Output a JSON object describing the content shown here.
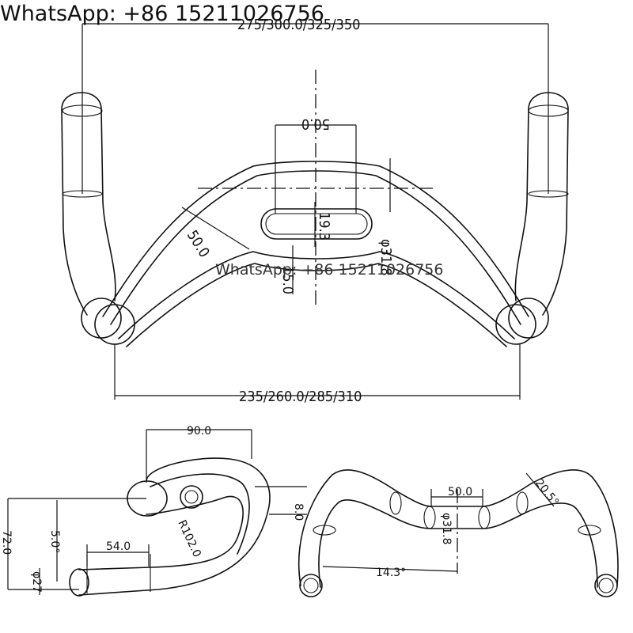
{
  "watermark": {
    "top": "WhatsApp: +86 15211026756",
    "middle": "WhatsApp: +86 15211026756"
  },
  "dimensions": {
    "top_width": "275/300.0/325/350",
    "bottom_width": "235/260.0/285/310",
    "clamp_width": "50.0",
    "slot_height": "19.3",
    "tube_diameter": "φ31.8",
    "rise_length": "50.0",
    "drop_offset": "15.0",
    "reach": "90.0",
    "drop": "72.0",
    "flare_offset": "5.0°",
    "end_diameter": "φ27",
    "straight_length": "54.0",
    "radius": "R102.0",
    "rise_angle": "8.0",
    "clamp_width_front": "50.0",
    "clamp_height_front": "φ31.8",
    "flare_angle": "14.3°",
    "sweep_angle": "20.5°"
  }
}
